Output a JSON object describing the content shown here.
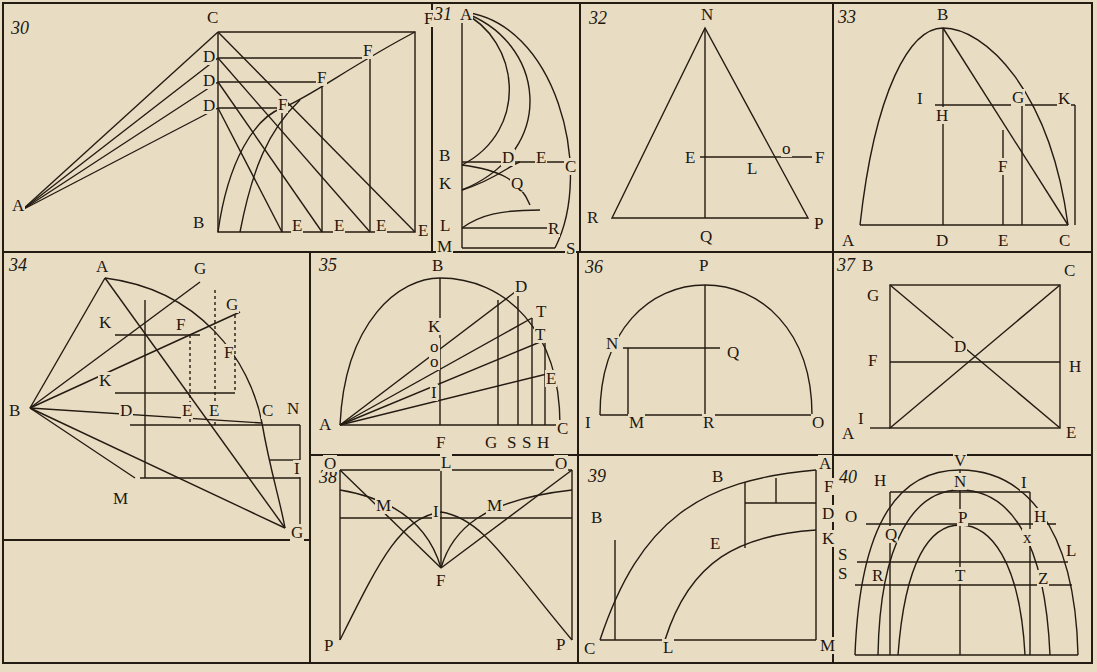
{
  "diagram": {
    "labels": [
      "30",
      "A",
      "C",
      "F",
      "D",
      "D",
      "D",
      "F",
      "F",
      "F",
      "B",
      "E",
      "E",
      "E",
      "E",
      "31",
      "A",
      "B",
      "D",
      "E",
      "C",
      "K",
      "Q",
      "L",
      "R",
      "M",
      "S",
      "32",
      "N",
      "E",
      "L",
      "o",
      "F",
      "R",
      "Q",
      "P",
      "33",
      "B",
      "I",
      "G",
      "K",
      "H",
      "F",
      "A",
      "D",
      "E",
      "C",
      "34",
      "A",
      "G",
      "K",
      "F",
      "G",
      "K",
      "F",
      "B",
      "D",
      "E",
      "E",
      "C",
      "N",
      "M",
      "I",
      "G",
      "35",
      "B",
      "D",
      "K",
      "T",
      "T",
      "o",
      "o",
      "E",
      "I",
      "A",
      "F",
      "G",
      "S",
      "S",
      "H",
      "C",
      "36",
      "P",
      "N",
      "Q",
      "I",
      "M",
      "R",
      "O",
      "37",
      "B",
      "C",
      "G",
      "D",
      "F",
      "H",
      "I",
      "A",
      "E",
      "38",
      "O",
      "L",
      "O",
      "M",
      "I",
      "M",
      "F",
      "P",
      "P",
      "39",
      "A",
      "B",
      "F",
      "D",
      "K",
      "E",
      "B",
      "C",
      "L",
      "M",
      "40",
      "V",
      "H",
      "N",
      "I",
      "O",
      "P",
      "H",
      "Q",
      "x",
      "S",
      "L",
      "R",
      "T",
      "Z",
      "S"
    ]
  }
}
